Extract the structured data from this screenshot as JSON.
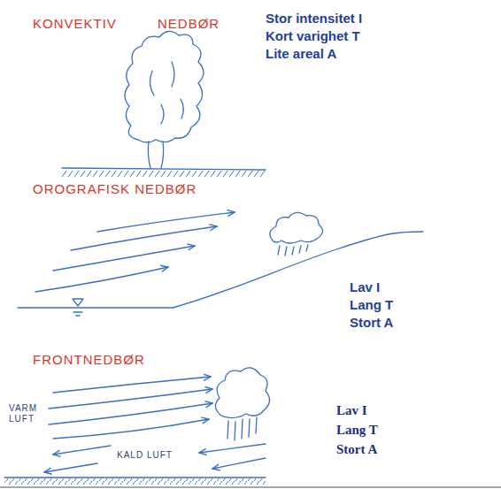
{
  "diagram": {
    "labels": [
      "KONVEKTIV",
      "NEDBØR",
      "Stor intensitet I",
      "Kort varighet T",
      "Lite areal A",
      "OROGRAFISK NEDBØR",
      "Lav I",
      "Lang T",
      "Stort A",
      "FRONTNEDBØR",
      "VARM LUFT",
      "KALD LUFT",
      "Lav I",
      "Lang T",
      "Stort A"
    ]
  }
}
